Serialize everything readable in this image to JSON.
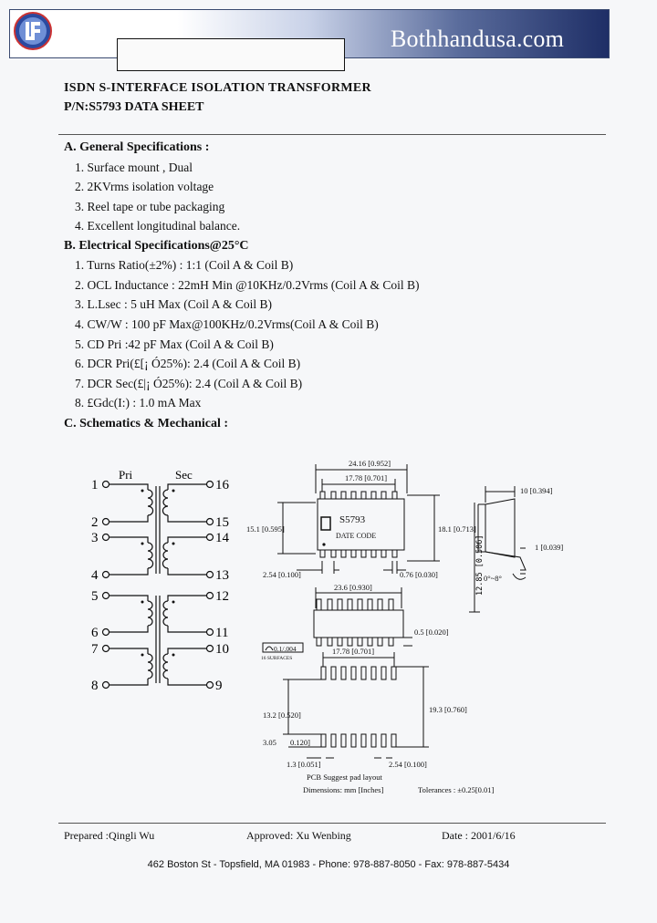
{
  "header": {
    "site": "Bothhandusa.com",
    "title_line1": "ISDN S-INTERFACE ISOLATION TRANSFORMER",
    "title_line2": "P/N:S5793 DATA SHEET"
  },
  "general": {
    "heading": "A. General Specifications :",
    "items": [
      "1. Surface mount , Dual",
      "2. 2KVrms isolation voltage",
      "3. Reel tape or tube packaging",
      "4. Excellent longitudinal balance."
    ]
  },
  "electrical": {
    "heading": "B. Electrical Specifications@25°C",
    "items": [
      "1. Turns Ratio(±2%) : 1:1 (Coil A & Coil B)",
      "2. OCL Inductance : 22mH Min @10KHz/0.2Vrms (Coil A & Coil B)",
      "3. L.Lsec : 5 uH Max (Coil A & Coil B)",
      "4. CW/W : 100 pF Max@100KHz/0.2Vrms(Coil A & Coil B)",
      "5. CD Pri :42 pF Max (Coil A & Coil B)",
      "6. DCR Pri(£[¡ Ó25%): 2.4 (Coil A & Coil B)",
      "7. DCR Sec(£|¡ Ó25%): 2.4 (Coil A & Coil B)",
      "8. £Gdc(I:) : 1.0 mA Max"
    ]
  },
  "schematic": {
    "heading": "C. Schematics & Mechanical :",
    "pri_label": "Pri",
    "sec_label": "Sec",
    "pins_left": [
      "1",
      "2",
      "3",
      "4",
      "5",
      "6",
      "7",
      "8"
    ],
    "pins_right": [
      "16",
      "15",
      "14",
      "13",
      "12",
      "11",
      "10",
      "9"
    ]
  },
  "mechanical": {
    "dim_top_outer": "24.16 [0.952]",
    "dim_top_inner": "17.78 [0.701]",
    "dim_height_left": "15.1 [0.595]",
    "dim_height_right": "18.1 [0.713]",
    "dim_pitch": "2.54 [0.100]",
    "dim_lead": "0.76 [0.030]",
    "part_marking": "S5793",
    "date_code": "DATE CODE",
    "dim_side_top": "10 [0.394]",
    "dim_side_height": "12.85 [0.506]",
    "dim_side_lead": "1 [0.039]",
    "dim_side_angle": "0°~8°",
    "dim_front_width": "23.6 [0.930]",
    "dim_front_lead": "0.5 [0.020]",
    "coplanarity": "0.1/.004",
    "surfaces": "16 SURFACES",
    "pcb_top": "17.78 [0.701]",
    "pcb_inner": "13.2 [0.520]",
    "pcb_outer": "19.3 [0.760]",
    "pcb_pad_h": "3.05",
    "pcb_pad_w": "0.120]",
    "pcb_pad_width": "1.3 [0.051]",
    "pcb_pitch": "2.54 [0.100]",
    "pcb_caption": "PCB Suggest pad layout",
    "dimensions_note": "Dimensions: mm [Inches]",
    "tolerance_note": "Tolerances : ±0.25[0.01]"
  },
  "footer": {
    "prepared": "Prepared :Qingli Wu",
    "approved": "Approved: Xu Wenbing",
    "date": "Date : 2001/6/16",
    "address": "462 Boston St - Topsfield, MA 01983 - Phone: 978-887-8050 - Fax: 978-887-5434"
  },
  "colors": {
    "banner_dark": "#1e2e66",
    "logo_blue": "#2b4aa0"
  }
}
